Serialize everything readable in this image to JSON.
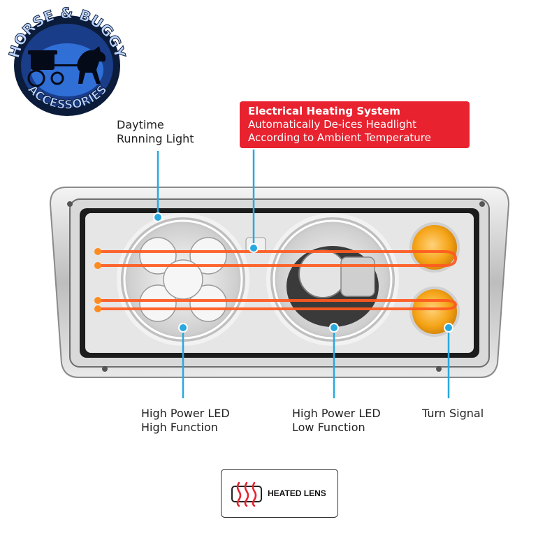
{
  "logo": {
    "text_top": "HORSE & BUGGY",
    "text_bottom": "ACCESSORIES",
    "icon": "horse-and-buggy-icon"
  },
  "callouts": {
    "drl": {
      "line1": "Daytime",
      "line2": "Running Light"
    },
    "heating": {
      "title": "Electrical Heating System",
      "line1": "Automatically De-ices Headlight",
      "line2": "According to Ambient Temperature"
    },
    "high_power_high": {
      "line1": "High Power LED",
      "line2": "High Function"
    },
    "high_power_low": {
      "line1": "High Power LED",
      "line2": "Low Function"
    },
    "turn_signal": {
      "line1": "Turn Signal"
    }
  },
  "badge": {
    "label": "HEATED LENS",
    "icon": "heat-waves-icon"
  },
  "colors": {
    "accent_red": "#e8222f",
    "callout_blue": "#29a8e0",
    "heater_orange": "#ff5a1f",
    "amber": "#f5a417",
    "logo_blue": "#2f6fd6"
  }
}
